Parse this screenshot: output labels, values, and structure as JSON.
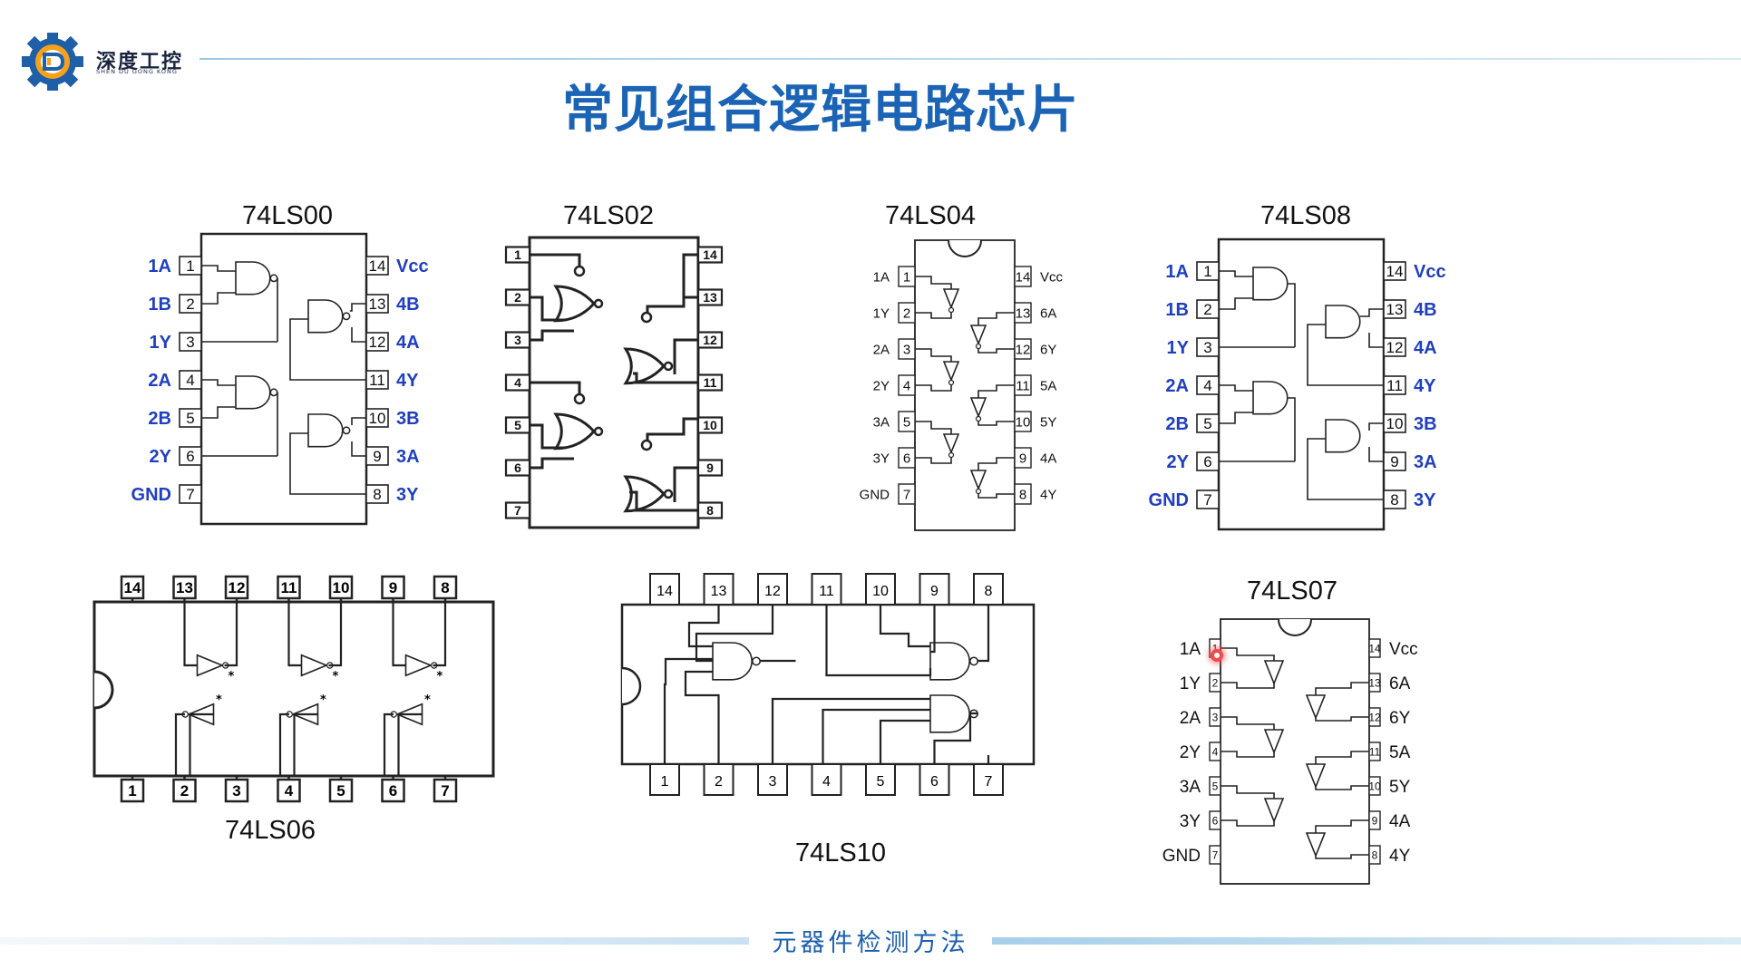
{
  "brand": {
    "name": "深度工控",
    "subtitle": "SHEN DU GONG KONG"
  },
  "title": "常见组合逻辑电路芯片",
  "footer": "元器件检测方法",
  "chips": [
    {
      "id": "74LS00",
      "label": "74LS00",
      "left_pins": [
        "1A",
        "1B",
        "1Y",
        "2A",
        "2B",
        "2Y",
        "GND"
      ],
      "right_pins": [
        "Vcc",
        "4B",
        "4A",
        "4Y",
        "3B",
        "3A",
        "3Y"
      ]
    },
    {
      "id": "74LS02",
      "label": "74LS02"
    },
    {
      "id": "74LS04",
      "label": "74LS04",
      "left_pins": [
        "1A",
        "1Y",
        "2A",
        "2Y",
        "3A",
        "3Y",
        "GND"
      ],
      "right_pins": [
        "Vcc",
        "6A",
        "6Y",
        "5A",
        "5Y",
        "4A",
        "4Y"
      ]
    },
    {
      "id": "74LS08",
      "label": "74LS08",
      "left_pins": [
        "1A",
        "1B",
        "1Y",
        "2A",
        "2B",
        "2Y",
        "GND"
      ],
      "right_pins": [
        "Vcc",
        "4B",
        "4A",
        "4Y",
        "3B",
        "3A",
        "3Y"
      ]
    },
    {
      "id": "74LS06",
      "label": "74LS06"
    },
    {
      "id": "74LS10",
      "label": "74LS10"
    },
    {
      "id": "74LS07",
      "label": "74LS07",
      "left_pins": [
        "1A",
        "1Y",
        "2A",
        "2Y",
        "3A",
        "3Y",
        "GND"
      ],
      "right_pins": [
        "Vcc",
        "6A",
        "6Y",
        "5A",
        "5Y",
        "4A",
        "4Y"
      ]
    }
  ],
  "pin_numbers_left": [
    "1",
    "2",
    "3",
    "4",
    "5",
    "6",
    "7"
  ],
  "pin_numbers_right": [
    "14",
    "13",
    "12",
    "11",
    "10",
    "9",
    "8"
  ],
  "colors": {
    "title": "#1b64b5",
    "pin_label_blue": "#1f3fbf",
    "footer": "#1b5fae",
    "cursor": "#f24a4a"
  }
}
